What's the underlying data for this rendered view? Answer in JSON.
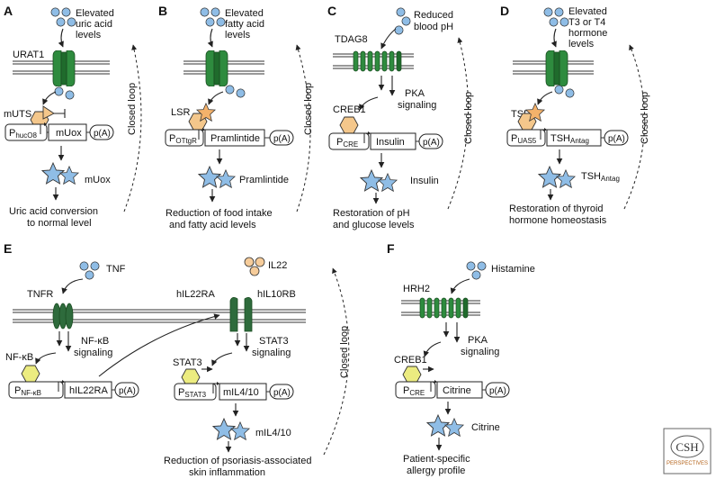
{
  "colors": {
    "circle": "#8fbde6",
    "receptor": "#2e8b3e",
    "receptor_dark": "#1f6b2c",
    "hexagon": "#f4c78b",
    "hexagon_yellow": "#ecec80",
    "star": "#8fbde6",
    "star_orange": "#f4b26b"
  },
  "panels": {
    "A": {
      "letter": "A",
      "ligand": [
        "Elevated",
        "uric acid",
        "levels"
      ],
      "receptor": "URAT1",
      "sensor": "mUTS",
      "promoter": "P",
      "promoter_sub": "hucO8",
      "gene": "mUox",
      "polyA": "p(A)",
      "product": "mUox",
      "loop": "Closed loop",
      "outcome": [
        "Uric acid conversion",
        "to normal level"
      ]
    },
    "B": {
      "letter": "B",
      "ligand": [
        "Elevated",
        "fatty acid",
        "levels"
      ],
      "sensor": "LSR",
      "promoter": "P",
      "promoter_sub": "OTtgR",
      "gene": "Pramlintide",
      "polyA": "p(A)",
      "product": "Pramlintide",
      "loop": "Closed loop",
      "outcome": [
        "Reduction of  food intake",
        "and fatty acid levels"
      ]
    },
    "C": {
      "letter": "C",
      "ligand": [
        "Reduced",
        "blood pH"
      ],
      "receptor": "TDAG8",
      "signal": [
        "PKA",
        "signaling"
      ],
      "sensor": "CREB1",
      "promoter": "P",
      "promoter_sub": "CRE",
      "gene": "Insulin",
      "polyA": "p(A)",
      "product": "Insulin",
      "loop": "Closed loop",
      "outcome": [
        "Restoration of  pH",
        "and glucose levels"
      ]
    },
    "D": {
      "letter": "D",
      "ligand": [
        "Elevated",
        "T3 or T4",
        "hormone",
        "levels"
      ],
      "sensor": "TSR",
      "promoter": "P",
      "promoter_sub": "UAS5",
      "gene": "TSH",
      "gene_sub": "Antag",
      "polyA": "p(A)",
      "product": "TSH",
      "product_sub": "Antag",
      "loop": "Closed loop",
      "outcome": [
        "Restoration of thyroid",
        "hormone homeostasis"
      ]
    },
    "E": {
      "letter": "E",
      "ligand1": "TNF",
      "ligand2": "IL22",
      "receptor1": "TNFR",
      "receptor2a": "hIL22RA",
      "receptor2b": "hIL10RB",
      "signal1": [
        "NF-κB",
        "signaling"
      ],
      "signal2": [
        "STAT3",
        "signaling"
      ],
      "sensor1": "NF-κB",
      "sensor2": "STAT3",
      "promoter1": "P",
      "promoter1_sub": "NF-κB",
      "gene1": "hIL22RA",
      "promoter2": "P",
      "promoter2_sub": "STAT3",
      "gene2": "mIL4/10",
      "polyA": "p(A)",
      "product": "mIL4/10",
      "loop": "Closed loop",
      "outcome": [
        "Reduction of psoriasis-associated",
        "skin inflammation"
      ]
    },
    "F": {
      "letter": "F",
      "ligand": "Histamine",
      "receptor": "HRH2",
      "signal": [
        "PKA",
        "signaling"
      ],
      "sensor": "CREB1",
      "promoter": "P",
      "promoter_sub": "CRE",
      "gene": "Citrine",
      "polyA": "p(A)",
      "product": "Citrine",
      "outcome": [
        "Patient-specific",
        "allergy profile"
      ]
    }
  },
  "logo": {
    "line1": "CSH",
    "line2": "PERSPECTIVES"
  }
}
